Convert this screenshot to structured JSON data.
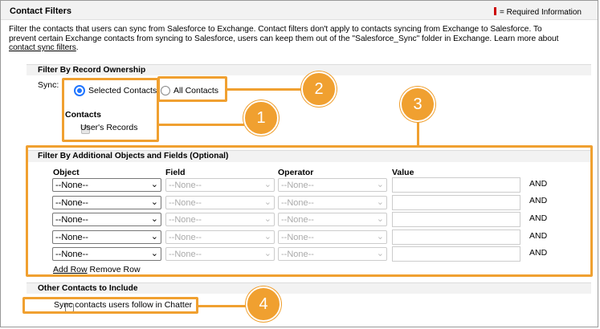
{
  "header": {
    "title": "Contact Filters",
    "required_note": "= Required Information",
    "required_color": "#cc0000"
  },
  "description": {
    "line1": "Filter the contacts that users can sync from Salesforce to Exchange. Contact filters don't apply to contacts syncing from Exchange to Salesforce. To",
    "line2": "prevent certain Exchange contacts from syncing to Salesforce, users can keep them out of the \"Salesforce_Sync\" folder in Exchange. Learn more about",
    "link": "contact sync filters",
    "link_suffix": "."
  },
  "ownership": {
    "section_title": "Filter By Record Ownership",
    "sync_label": "Sync:",
    "options": [
      {
        "label": "Selected Contacts",
        "selected": true
      },
      {
        "label": "All Contacts",
        "selected": false
      }
    ],
    "contacts_heading": "Contacts",
    "users_records_label": "User's Records"
  },
  "filters": {
    "section_title": "Filter By Additional Objects and Fields (Optional)",
    "columns": [
      "Object",
      "Field",
      "Operator",
      "Value"
    ],
    "rows": [
      {
        "object": "--None--",
        "field": "--None--",
        "operator": "--None--",
        "value": "",
        "conj": "AND"
      },
      {
        "object": "--None--",
        "field": "--None--",
        "operator": "--None--",
        "value": "",
        "conj": "AND"
      },
      {
        "object": "--None--",
        "field": "--None--",
        "operator": "--None--",
        "value": "",
        "conj": "AND"
      },
      {
        "object": "--None--",
        "field": "--None--",
        "operator": "--None--",
        "value": "",
        "conj": "AND"
      },
      {
        "object": "--None--",
        "field": "--None--",
        "operator": "--None--",
        "value": "",
        "conj": "AND"
      }
    ],
    "add_row": "Add Row",
    "remove_row": "Remove Row"
  },
  "other": {
    "section_title": "Other Contacts to Include",
    "chatter_label": "Sync contacts users follow in Chatter"
  },
  "callouts": [
    "1",
    "2",
    "3",
    "4"
  ],
  "colors": {
    "accent": "#f0a030",
    "radio": "#2176ff",
    "section_bg": "#f2f2f2"
  },
  "icons": {
    "dropdown": "chevron-down-icon"
  }
}
